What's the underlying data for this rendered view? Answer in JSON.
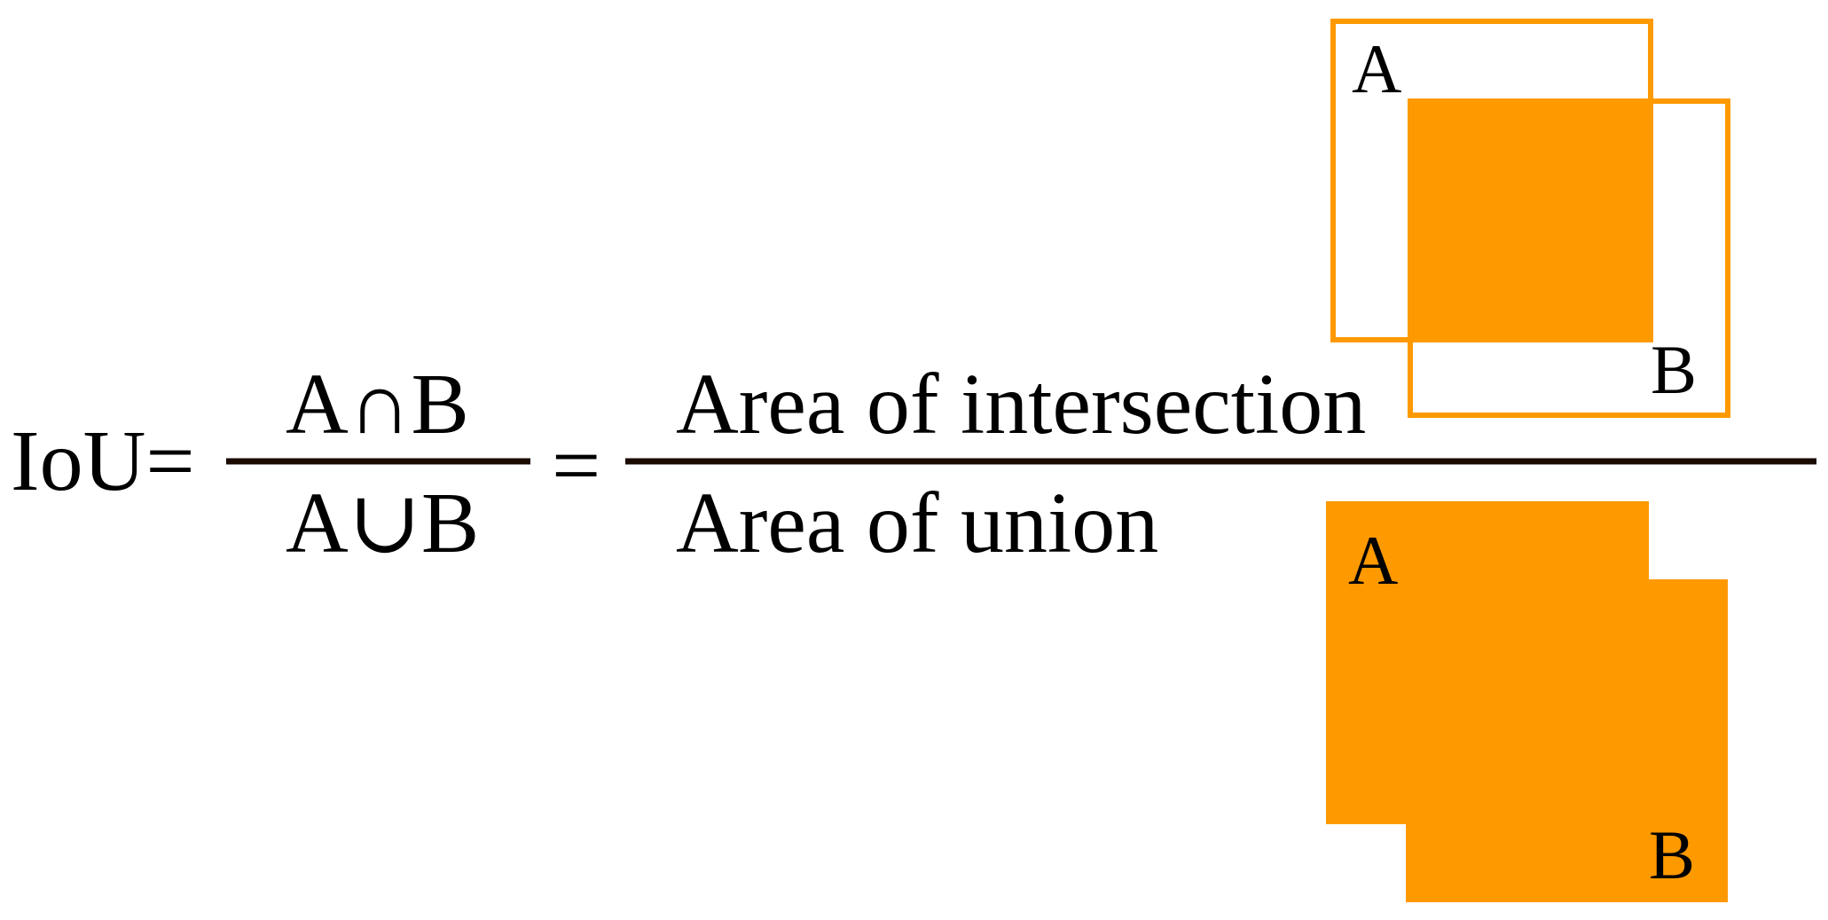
{
  "formula": {
    "lhs": "IoU=",
    "frac1_numerator": "A∩B",
    "frac1_denominator": "A∪B",
    "equals": "=",
    "frac2_numerator": "Area of intersection",
    "frac2_denominator": "Area of union"
  },
  "intersection_figure": {
    "label_a": "A",
    "label_b": "B"
  },
  "union_figure": {
    "label_a": "A",
    "label_b": "B"
  },
  "colors": {
    "accent": "#FF9900",
    "line": "#1a0a00",
    "text": "#000000"
  }
}
